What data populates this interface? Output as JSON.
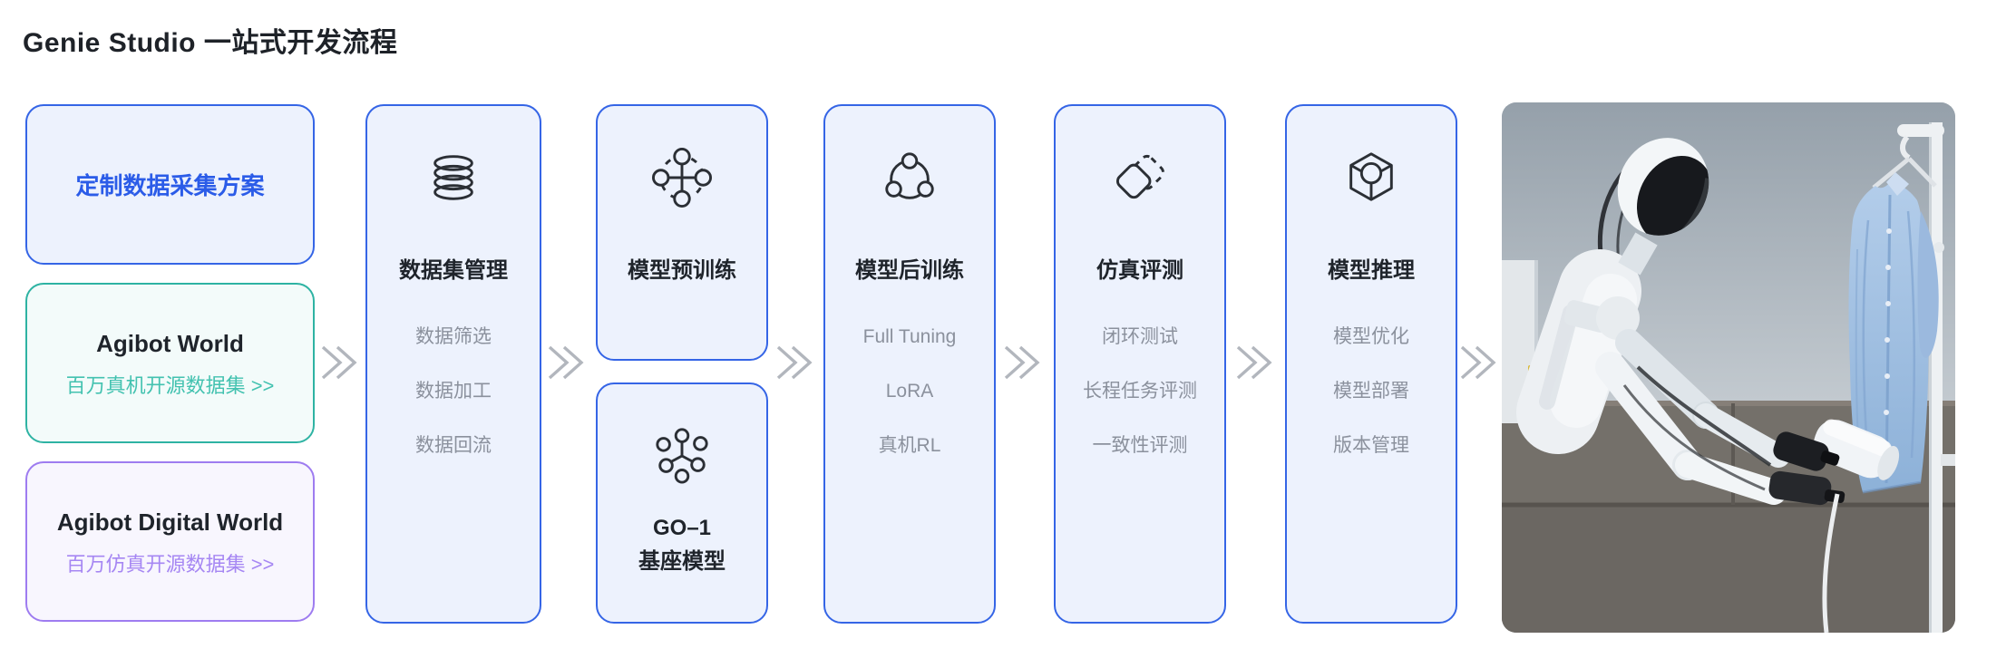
{
  "page_title": "Genie Studio 一站式开发流程",
  "sources": {
    "custom_plan": {
      "label": "定制数据采集方案"
    },
    "agibot_world": {
      "title": "Agibot World",
      "link": "百万真机开源数据集 >>"
    },
    "agibot_digital_world": {
      "title": "Agibot Digital World",
      "link": "百万仿真开源数据集 >>"
    }
  },
  "stages": {
    "dataset_management": {
      "icon": "database-icon",
      "title": "数据集管理",
      "items": [
        "数据筛选",
        "数据加工",
        "数据回流"
      ]
    },
    "pretraining": {
      "icon": "cross-network-icon",
      "title": "模型预训练"
    },
    "go1_base_model": {
      "icon": "node-graph-icon",
      "title_line1": "GO–1",
      "title_line2": "基座模型"
    },
    "posttraining": {
      "icon": "ring-network-icon",
      "title": "模型后训练",
      "items": [
        "Full Tuning",
        "LoRA",
        "真机RL"
      ]
    },
    "simulation_eval": {
      "icon": "overlapping-diamonds-icon",
      "title": "仿真评测",
      "items": [
        "闭环测试",
        "长程任务评测",
        "一致性评测"
      ]
    },
    "model_inference": {
      "icon": "cube-node-icon",
      "title": "模型推理",
      "items": [
        "模型优化",
        "模型部署",
        "版本管理"
      ]
    }
  },
  "colors": {
    "accent_blue": "#2b5ce8",
    "border_blue": "#3565e6",
    "card_blue_bg": "#edf2fd",
    "teal_text": "#43c2b0",
    "teal_border": "#2eb3a3",
    "purple_text": "#a687f3",
    "purple_border": "#9e7cf0",
    "title_dark": "#1f242b",
    "item_gray": "#8b919d",
    "chevron_gray": "#b2b6bd"
  }
}
